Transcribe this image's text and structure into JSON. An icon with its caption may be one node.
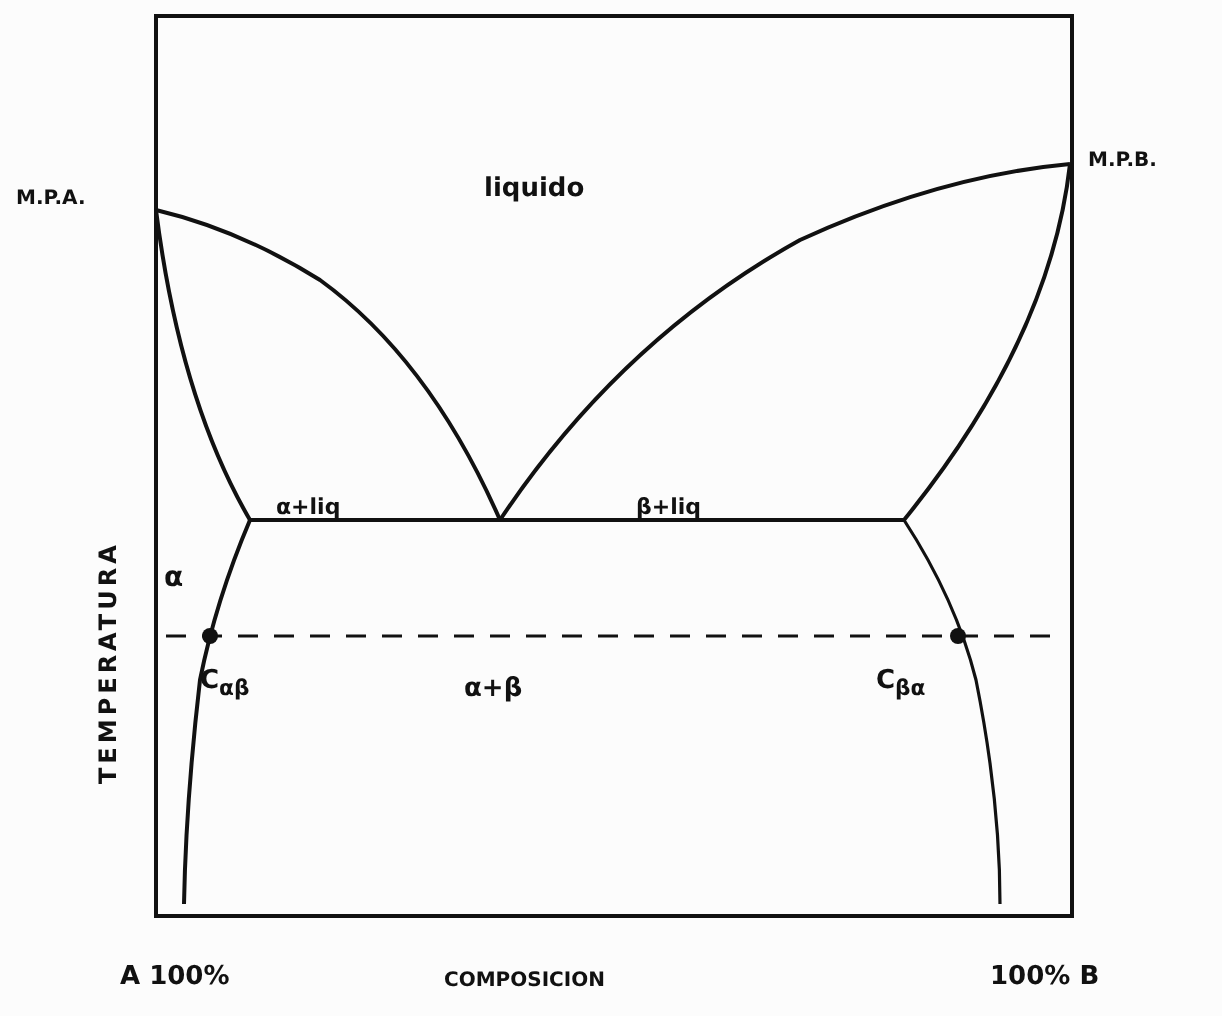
{
  "diagram": {
    "labels": [
      "M.P.A.",
      "liquido",
      "M.P.B.",
      "TEMPERATURA",
      "α",
      "α+liq",
      "β+liq",
      "C$_{αβ}$",
      "α+β",
      "C$_{βα}$",
      "A 100%",
      "COMPOSICION",
      "100% B"
    ]
  }
}
